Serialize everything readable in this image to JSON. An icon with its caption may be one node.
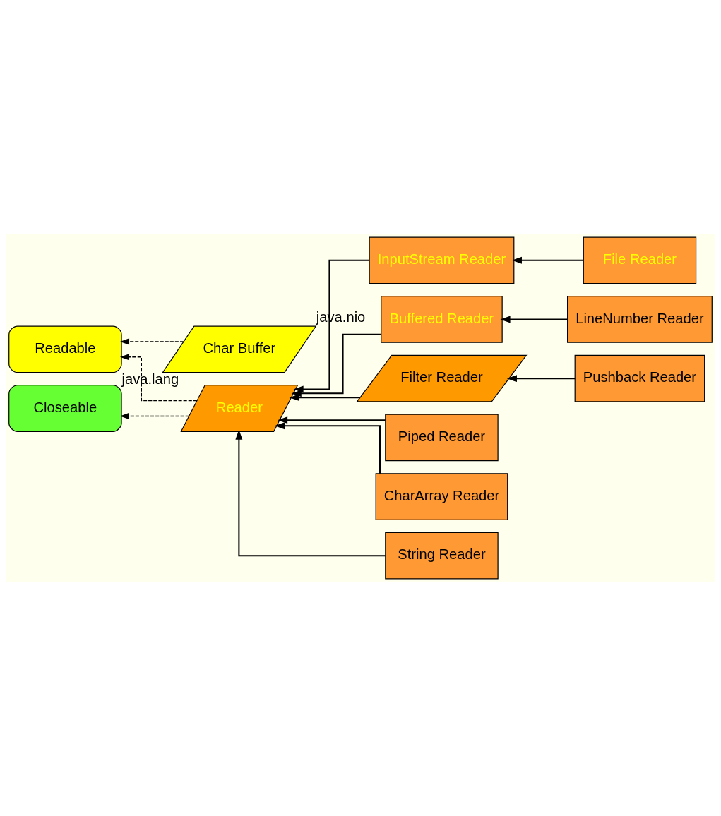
{
  "diagram": {
    "nodes": [
      {
        "text": [
          "Readable"
        ],
        "beside": [
          "java.lang"
        ]
      },
      {
        "text": [
          "Char Buffer"
        ],
        "beside": [
          "java.nio"
        ]
      },
      {
        "text": [
          "Closeable"
        ]
      },
      {
        "text": [
          "Reader"
        ]
      },
      {
        "text": [
          "InputStream Reader"
        ]
      },
      {
        "text": [
          "File Reader"
        ]
      },
      {
        "text": [
          "Buffered Reader"
        ]
      },
      {
        "text": [
          "LineNumber Reader"
        ]
      },
      {
        "text": [
          "Filter Reader"
        ]
      },
      {
        "text": [
          "Pushback Reader"
        ]
      },
      {
        "text": [
          "Piped Reader"
        ]
      },
      {
        "text": [
          "CharArray Reader"
        ]
      },
      {
        "text": [
          "String Reader"
        ]
      }
    ],
    "edges": [
      {
        "from": 3,
        "to": 0,
        "arrow": "to",
        "style": "dashed"
      },
      {
        "from": 3,
        "to": 2,
        "arrow": "to",
        "style": "dashed"
      },
      {
        "from": 1,
        "to": 0,
        "arrow": "to",
        "style": "dashed"
      },
      {
        "from": 4,
        "to": 3,
        "arrow": "to"
      },
      {
        "from": 6,
        "to": 3,
        "arrow": "to"
      },
      {
        "from": 8,
        "to": 3,
        "arrow": "to"
      },
      {
        "from": 10,
        "to": 3,
        "arrow": "to"
      },
      {
        "from": 11,
        "to": 3,
        "arrow": "to"
      },
      {
        "from": 12,
        "to": 3,
        "arrow": "to"
      },
      {
        "from": 5,
        "to": 4,
        "arrow": "to"
      },
      {
        "from": 7,
        "to": 6,
        "arrow": "to"
      },
      {
        "from": 9,
        "to": 8,
        "arrow": "to"
      }
    ]
  }
}
